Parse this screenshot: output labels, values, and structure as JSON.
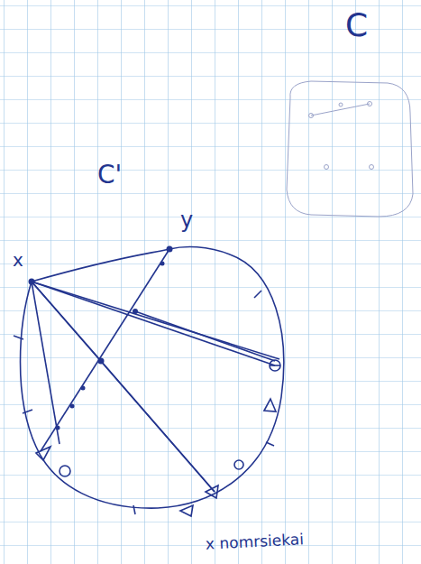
{
  "diagram": {
    "labels": [
      "C",
      "C'",
      "x",
      "y",
      "x nomrsiekai"
    ]
  }
}
